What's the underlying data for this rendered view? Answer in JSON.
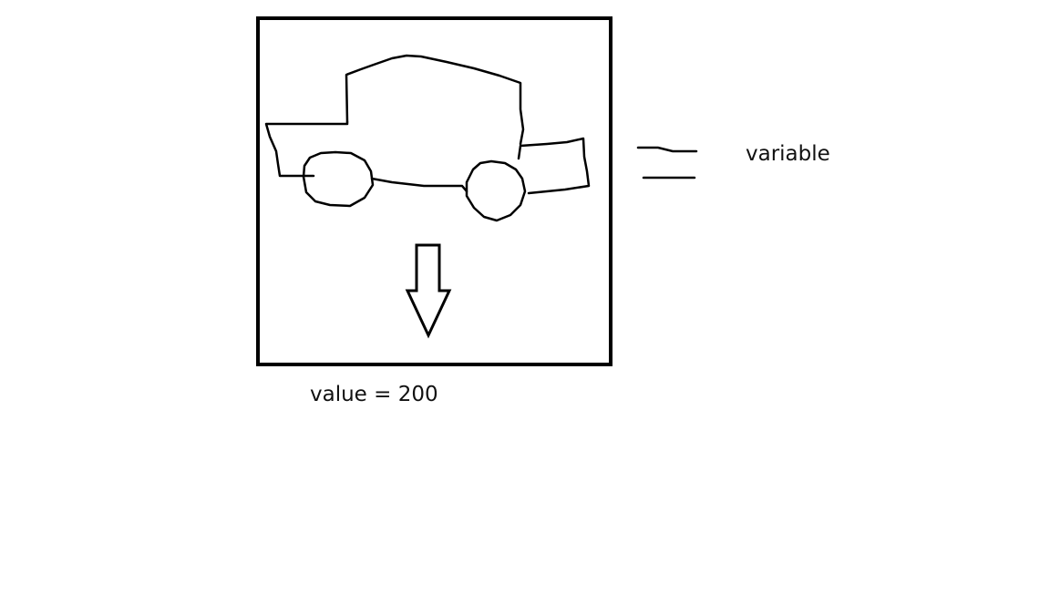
{
  "diagram": {
    "variable_label": "variable",
    "value_label": "value = 200",
    "icons": {
      "box": "square-frame",
      "car": "car-sketch-icon",
      "arrow": "down-arrow-icon",
      "equals": "equals-sign-icon"
    },
    "colors": {
      "stroke": "#000000",
      "background": "#ffffff",
      "text": "#111111"
    }
  }
}
